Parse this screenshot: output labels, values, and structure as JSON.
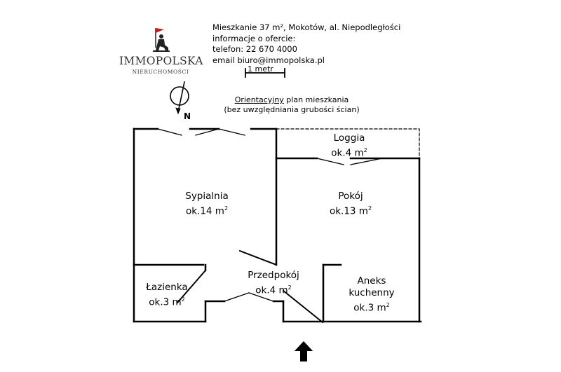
{
  "brand": {
    "name": "IMMOPOLSKA",
    "subtitle": "NIERUCHOMOŚCI"
  },
  "listing": {
    "title": "Mieszkanie 37 m², Mokotów, al. Niepodległości",
    "info_label": "informacje o ofercie:",
    "phone": "telefon: 22 670 4000",
    "email": "email biuro@immopolska.pl"
  },
  "scale": {
    "label": "1 metr"
  },
  "note": {
    "underlined": "Orientacyjny",
    "rest": " plan mieszkania",
    "line2": "(bez uwzględniania grubości ścian)"
  },
  "compass": {
    "label": "N"
  },
  "rooms": {
    "loggia": {
      "name": "Loggia",
      "area": "ok.4 m"
    },
    "sypialnia": {
      "name": "Sypialnia",
      "area": "ok.14 m"
    },
    "pokoj": {
      "name": "Pokój",
      "area": "ok.13 m"
    },
    "przedpokoj": {
      "name": "Przedpokój",
      "area": "ok.4 m"
    },
    "lazienka": {
      "name": "Łazienka",
      "area": "ok.3 m"
    },
    "aneks": {
      "name1": "Aneks",
      "name2": "kuchenny",
      "area": "ok.3 m"
    }
  },
  "area_unit_sup": "2"
}
